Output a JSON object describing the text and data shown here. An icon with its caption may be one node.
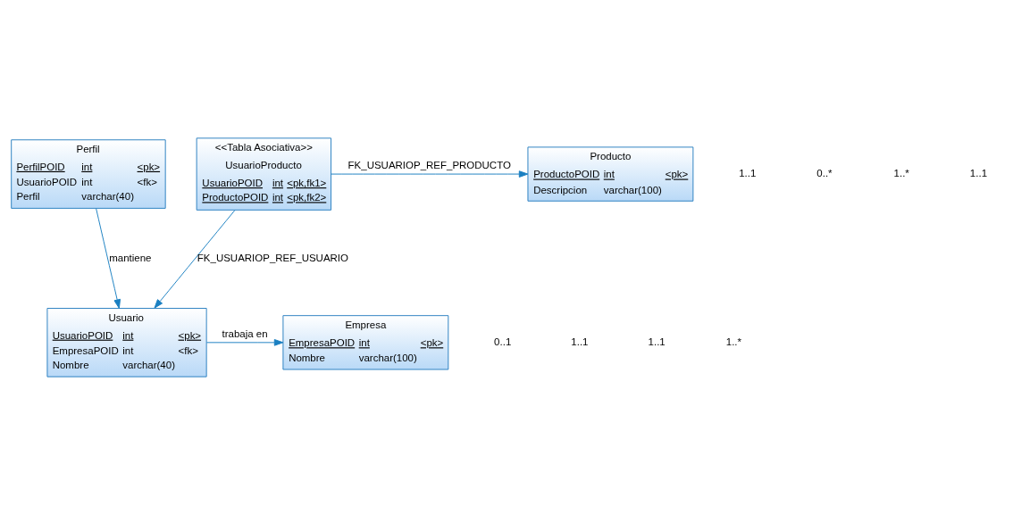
{
  "diagram": {
    "nodes": [
      {
        "text": [
          "Perfil",
          "PerfilPOID",
          "int",
          "<pk>",
          "UsuarioPOID",
          "int",
          "<fk>",
          "Perfil",
          "varchar(40)"
        ]
      },
      {
        "text": [
          "<<Tabla Asociativa>>",
          "UsuarioProducto",
          "UsuarioPOID",
          "int",
          "<pk,fk1>",
          "ProductoPOID",
          "int",
          "<pk,fk2>"
        ]
      },
      {
        "text": [
          "Producto",
          "ProductoPOID",
          "int",
          "<pk>",
          "Descripcion",
          "varchar(100)"
        ]
      },
      {
        "text": [
          "Usuario",
          "UsuarioPOID",
          "int",
          "<pk>",
          "EmpresaPOID",
          "int",
          "<fk>",
          "Nombre",
          "varchar(40)"
        ]
      },
      {
        "text": [
          "Empresa",
          "EmpresaPOID",
          "int",
          "<pk>",
          "Nombre",
          "varchar(100)"
        ]
      }
    ],
    "edges": [
      {
        "from": 1,
        "to": 2,
        "arrow": "to",
        "label": "FK_USUARIOP_REF_PRODUCTO"
      },
      {
        "from": 1,
        "to": 3,
        "arrow": "to",
        "label": "FK_USUARIOP_REF_USUARIO"
      },
      {
        "from": 0,
        "to": 3,
        "arrow": "to",
        "label": "mantiene"
      },
      {
        "from": 3,
        "to": 4,
        "arrow": "to",
        "label": "trabaja en"
      }
    ],
    "labels": [
      "1..1",
      "0..*",
      "1..*",
      "1..1",
      "0..1",
      "1..1",
      "1..1",
      "1..*"
    ]
  }
}
